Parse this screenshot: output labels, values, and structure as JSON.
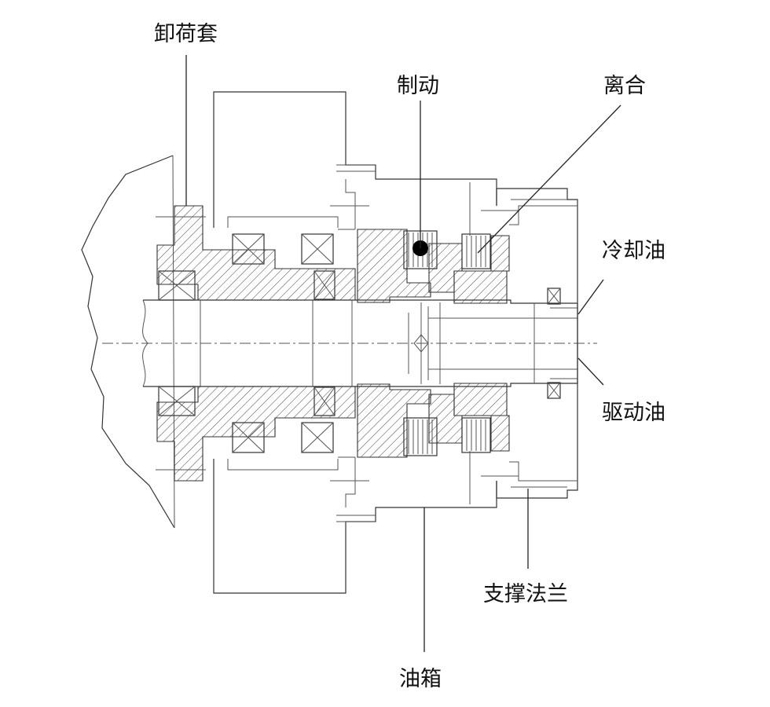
{
  "labels": {
    "unloading_sleeve": "卸荷套",
    "brake": "制动",
    "clutch": "离合",
    "cooling_oil": "冷却油",
    "drive_oil": "驱动油",
    "support_flange": "支撑法兰",
    "oil_tank": "油箱"
  }
}
